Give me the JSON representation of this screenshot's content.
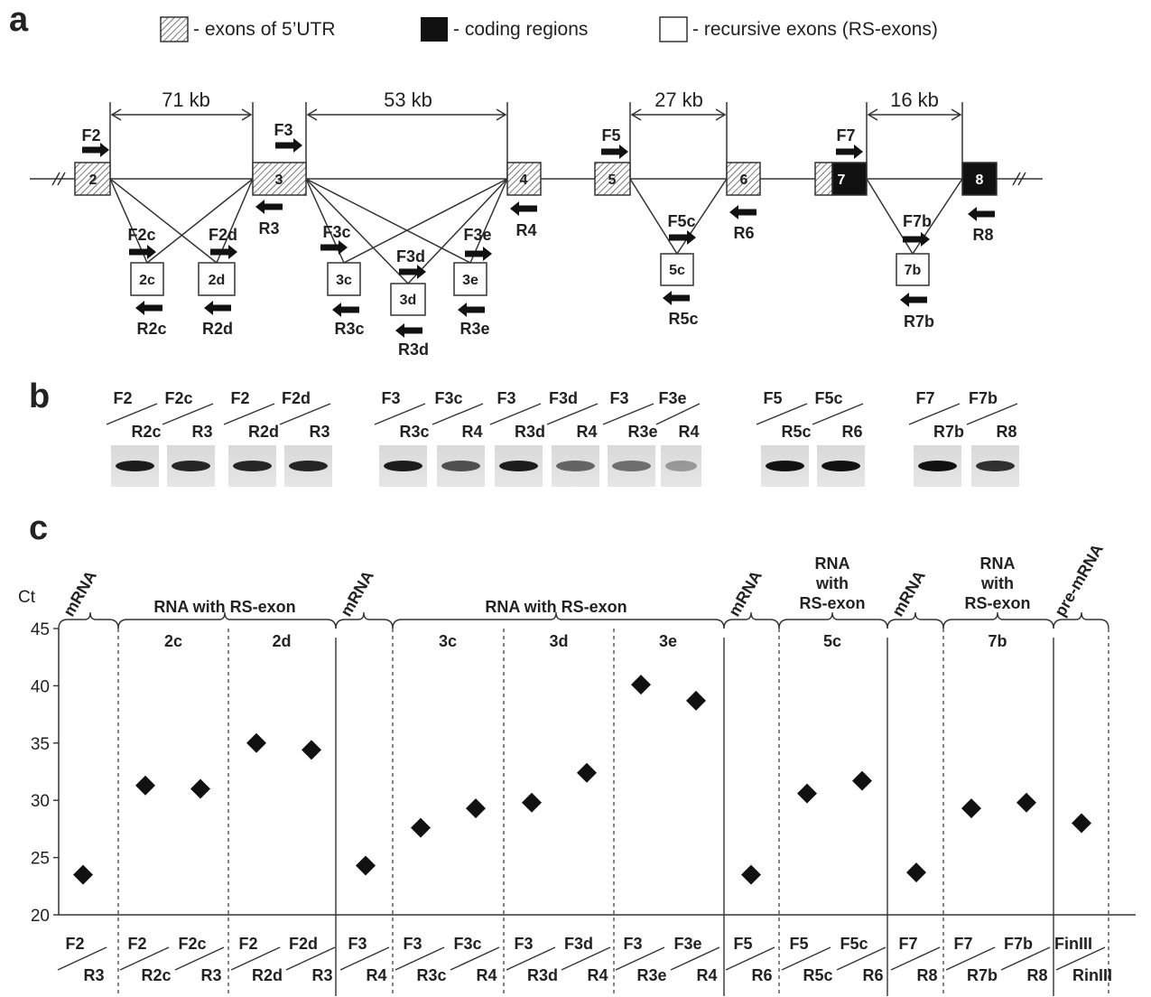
{
  "panel_labels": {
    "a": "a",
    "b": "b",
    "c": "c"
  },
  "legend": {
    "utr": "- exons of 5’UTR",
    "coding": "- coding regions",
    "rs": "- recursive exons (RS-exons)"
  },
  "distances": [
    "71 kb",
    "53 kb",
    "27 kb",
    "16 kb"
  ],
  "exons": {
    "e2": "2",
    "e3": "3",
    "e4": "4",
    "e5": "5",
    "e6": "6",
    "e7": "7",
    "e8": "8",
    "e2c": "2c",
    "e2d": "2d",
    "e3c": "3c",
    "e3d": "3d",
    "e3e": "3e",
    "e5c": "5c",
    "e7b": "7b"
  },
  "primers": {
    "F2": "F2",
    "F3": "F3",
    "F5": "F5",
    "F7": "F7",
    "R3": "R3",
    "R4": "R4",
    "R6": "R6",
    "R8": "R8",
    "F2c": "F2c",
    "F2d": "F2d",
    "R2c": "R2c",
    "R2d": "R2d",
    "F3c": "F3c",
    "F3d": "F3d",
    "F3e": "F3e",
    "R3c": "R3c",
    "R3d": "R3d",
    "R3e": "R3e",
    "F5c": "F5c",
    "R5c": "R5c",
    "F7b": "F7b",
    "R7b": "R7b"
  },
  "gel_pairs": [
    {
      "fwd": "F2",
      "rev": "R2c"
    },
    {
      "fwd": "F2c",
      "rev": "R3"
    },
    {
      "fwd": "F2",
      "rev": "R2d"
    },
    {
      "fwd": "F2d",
      "rev": "R3"
    },
    {
      "fwd": "F3",
      "rev": "R3c"
    },
    {
      "fwd": "F3c",
      "rev": "R4"
    },
    {
      "fwd": "F3",
      "rev": "R3d"
    },
    {
      "fwd": "F3d",
      "rev": "R4"
    },
    {
      "fwd": "F3",
      "rev": "R3e"
    },
    {
      "fwd": "F3e",
      "rev": "R4"
    },
    {
      "fwd": "F5",
      "rev": "R5c"
    },
    {
      "fwd": "F5c",
      "rev": "R6"
    },
    {
      "fwd": "F7",
      "rev": "R7b"
    },
    {
      "fwd": "F7b",
      "rev": "R8"
    }
  ],
  "panel_c": {
    "ylabel": "Ct",
    "group_labels": {
      "mrna1": "mRNA",
      "rs1": "RNA with RS-exon",
      "sub2c": "2c",
      "sub2d": "2d",
      "mrna2": "mRNA",
      "rs2": "RNA with RS-exon",
      "sub3c": "3c",
      "sub3d": "3d",
      "sub3e": "3e",
      "mrna3": "mRNA",
      "rs3": "RNA\nwith\nRS-exon",
      "sub5c": "5c",
      "mrna4": "mRNA",
      "rs4": "RNA\nwith\nRS-exon",
      "sub7b": "7b",
      "pre": "pre-mRNA"
    }
  },
  "chart_data": {
    "type": "scatter",
    "ylabel": "Ct",
    "ylim": [
      20,
      45
    ],
    "yticks": [
      20,
      25,
      30,
      35,
      40,
      45
    ],
    "categories": [
      "F2/R3",
      "F2/R2c",
      "F2c/R3",
      "F2/R2d",
      "F2d/R3",
      "F3/R4",
      "F3/R3c",
      "F3c/R4",
      "F3/R3d",
      "F3d/R4",
      "F3/R3e",
      "F3e/R4",
      "F5/R6",
      "F5/R5c",
      "F5c/R6",
      "F7/R8",
      "F7/R7b",
      "F7b/R8",
      "FinIII/RinIII"
    ],
    "values": [
      23.5,
      31.3,
      31.0,
      35.0,
      34.4,
      24.3,
      27.6,
      29.3,
      29.8,
      32.4,
      40.1,
      38.7,
      23.5,
      30.6,
      31.7,
      23.7,
      29.3,
      29.8,
      28.0
    ]
  }
}
